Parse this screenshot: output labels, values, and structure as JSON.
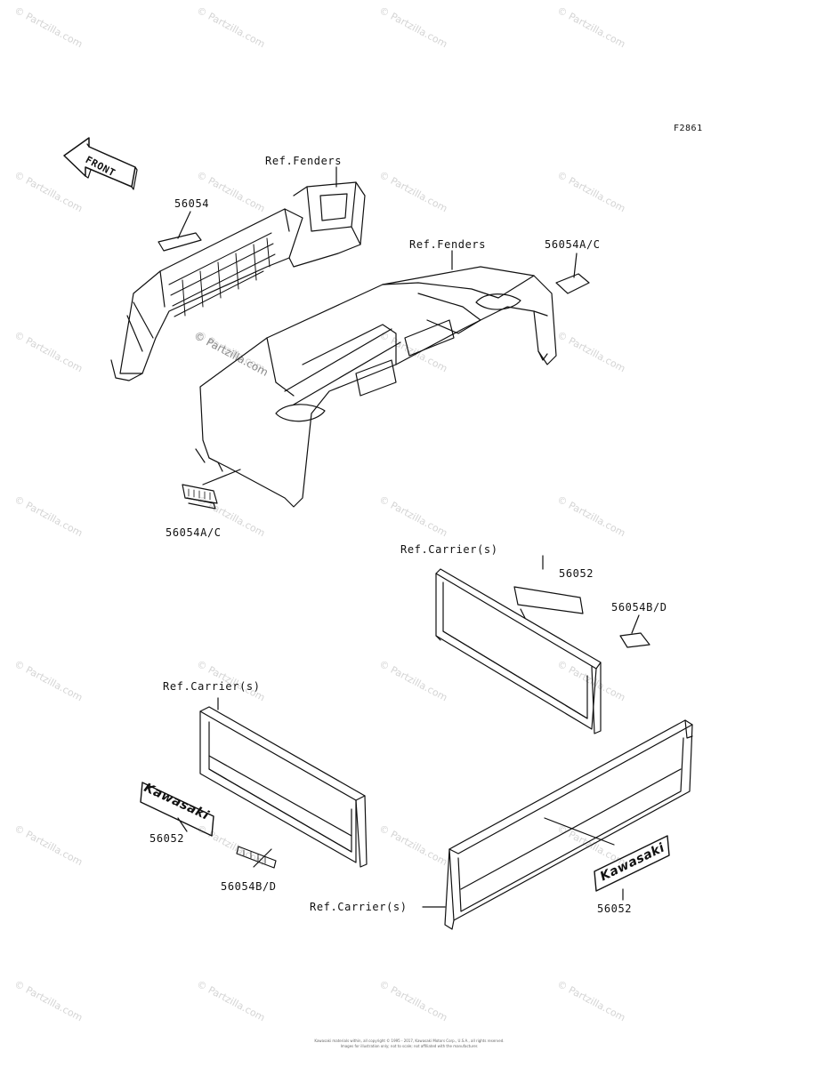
{
  "figure_code": "F2861",
  "front_marker": "FRONT",
  "labels": {
    "ref_fenders_top": "Ref.Fenders",
    "ref_fenders_mid": "Ref.Fenders",
    "part_56054": "56054",
    "part_56054ac_right": "56054A/C",
    "part_56054ac_left": "56054A/C",
    "ref_carrier_right": "Ref.Carrier(s)",
    "part_56052_right": "56052",
    "part_56054bd_right": "56054B/D",
    "ref_carrier_left": "Ref.Carrier(s)",
    "part_56052_left": "56052",
    "part_56054bd_left": "56054B/D",
    "ref_carrier_bottom": "Ref.Carrier(s)",
    "part_56052_bottom": "56052"
  },
  "decal_text": {
    "left": "Kawasaki",
    "right": "Kawasaki"
  },
  "watermarks": {
    "repeat_text": "© Partzilla.com",
    "center_text": "© Partzilla.com"
  },
  "footer": {
    "line1": "Kawasaki materials within, all copyright © 1995 - 2017, Kawasaki Motors Corp., U.S.A., all rights reserved.",
    "line2": "Images for illustration only; not to scale; not affiliated with the manufacturer."
  },
  "colors": {
    "ink": "#111111",
    "watermark": "#d4d4d4",
    "background": "#ffffff"
  }
}
